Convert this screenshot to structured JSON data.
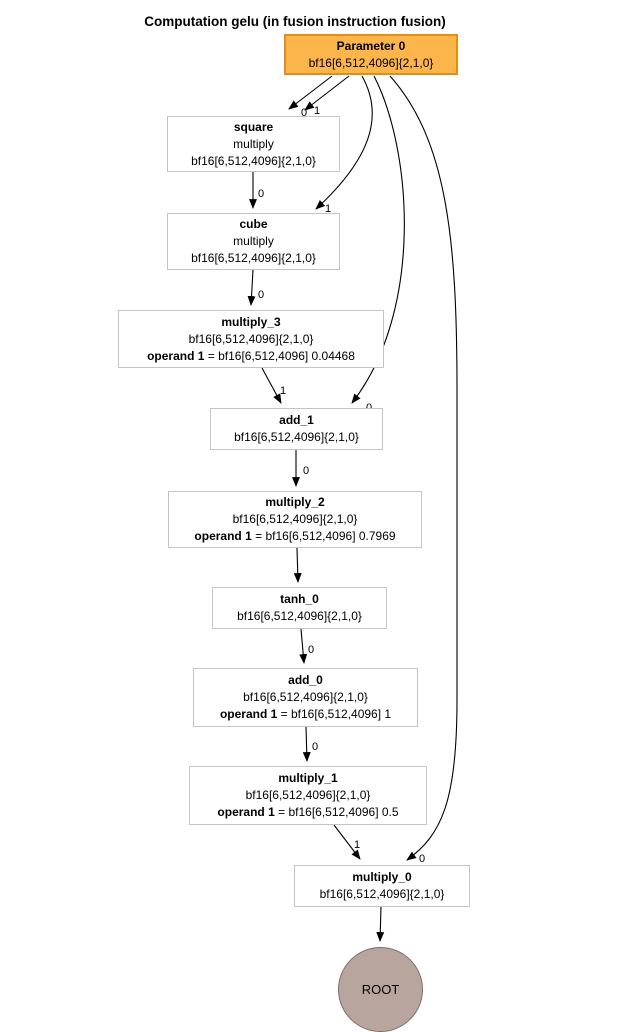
{
  "title": "Computation gelu (in fusion instruction fusion)",
  "colors": {
    "parameter_fill": "#fbb54a",
    "parameter_border": "#e08e18",
    "node_fill": "#ffffff",
    "node_border": "#c4c4c4",
    "root_fill": "#b8a69e",
    "root_border": "#7d6e68",
    "edge_color": "#000000"
  },
  "nodes": {
    "parameter0": {
      "title": "Parameter 0",
      "shape": "bf16[6,512,4096]{2,1,0}"
    },
    "square": {
      "title": "square",
      "op": "multiply",
      "shape": "bf16[6,512,4096]{2,1,0}"
    },
    "cube": {
      "title": "cube",
      "op": "multiply",
      "shape": "bf16[6,512,4096]{2,1,0}"
    },
    "multiply_3": {
      "title": "multiply_3",
      "shape": "bf16[6,512,4096]{2,1,0}",
      "operand_label": "operand 1",
      "operand_value": " = bf16[6,512,4096] 0.04468"
    },
    "add_1": {
      "title": "add_1",
      "shape": "bf16[6,512,4096]{2,1,0}"
    },
    "multiply_2": {
      "title": "multiply_2",
      "shape": "bf16[6,512,4096]{2,1,0}",
      "operand_label": "operand 1",
      "operand_value": " = bf16[6,512,4096] 0.7969"
    },
    "tanh_0": {
      "title": "tanh_0",
      "shape": "bf16[6,512,4096]{2,1,0}"
    },
    "add_0": {
      "title": "add_0",
      "shape": "bf16[6,512,4096]{2,1,0}",
      "operand_label": "operand 1",
      "operand_value": " = bf16[6,512,4096] 1"
    },
    "multiply_1": {
      "title": "multiply_1",
      "shape": "bf16[6,512,4096]{2,1,0}",
      "operand_label": "operand 1",
      "operand_value": " = bf16[6,512,4096] 0.5"
    },
    "multiply_0": {
      "title": "multiply_0",
      "shape": "bf16[6,512,4096]{2,1,0}"
    },
    "root": {
      "title": "ROOT"
    }
  },
  "edge_labels": {
    "param_square_0": "0",
    "param_square_1": "1",
    "param_cube": "1",
    "param_add1": "0",
    "param_multiply0": "0",
    "square_cube": "0",
    "cube_multiply3": "0",
    "multiply3_add1": "1",
    "add1_multiply2": "0",
    "tanh0_add0": "0",
    "add0_multiply1": "0",
    "multiply1_multiply0": "1"
  }
}
